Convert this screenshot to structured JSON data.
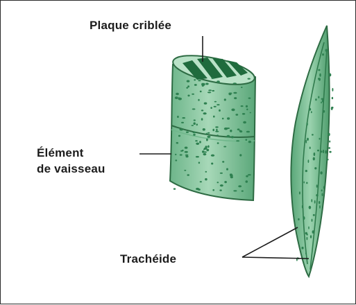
{
  "diagram": {
    "labels": {
      "plaque_criblee": "Plaque criblée",
      "element_vaisseau_line1": "Élément",
      "element_vaisseau_line2": "de vaisseau",
      "tracheide": "Trachéide"
    },
    "colors": {
      "tissue_light": "#8fc9a6",
      "tissue_mid": "#5fae7f",
      "tissue_dark": "#2f7a4c",
      "outline": "#2d6b43",
      "pit": "#2e8050",
      "label_text": "#1c1c1c"
    }
  }
}
